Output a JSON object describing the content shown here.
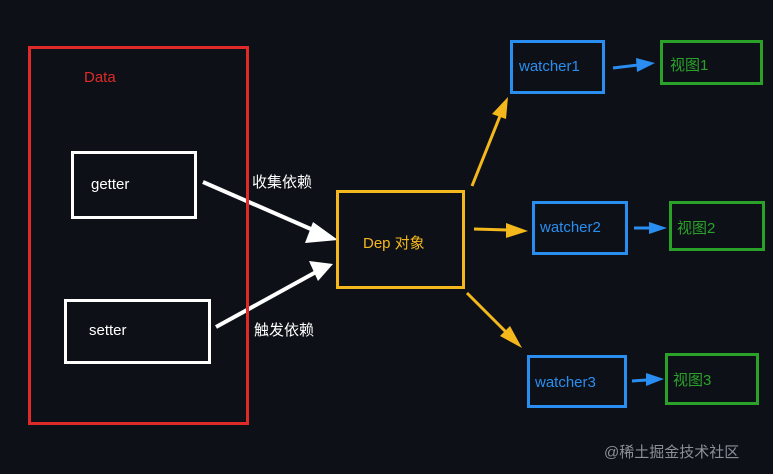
{
  "data_block": {
    "title": "Data",
    "getter": "getter",
    "setter": "setter"
  },
  "edges": {
    "collect": "收集依赖",
    "trigger": "触发依赖"
  },
  "dep": {
    "label": "Dep 对象"
  },
  "watchers": [
    {
      "label": "watcher1"
    },
    {
      "label": "watcher2"
    },
    {
      "label": "watcher3"
    }
  ],
  "views": [
    {
      "label": "视图1"
    },
    {
      "label": "视图2"
    },
    {
      "label": "视图3"
    }
  ],
  "watermark": "@稀土掘金技术社区",
  "colors": {
    "background": "#0d1117",
    "data": "#e02a2a",
    "accessor": "#ffffff",
    "dep": "#f5b81c",
    "watcher": "#2a8df0",
    "view": "#2aa22a"
  }
}
